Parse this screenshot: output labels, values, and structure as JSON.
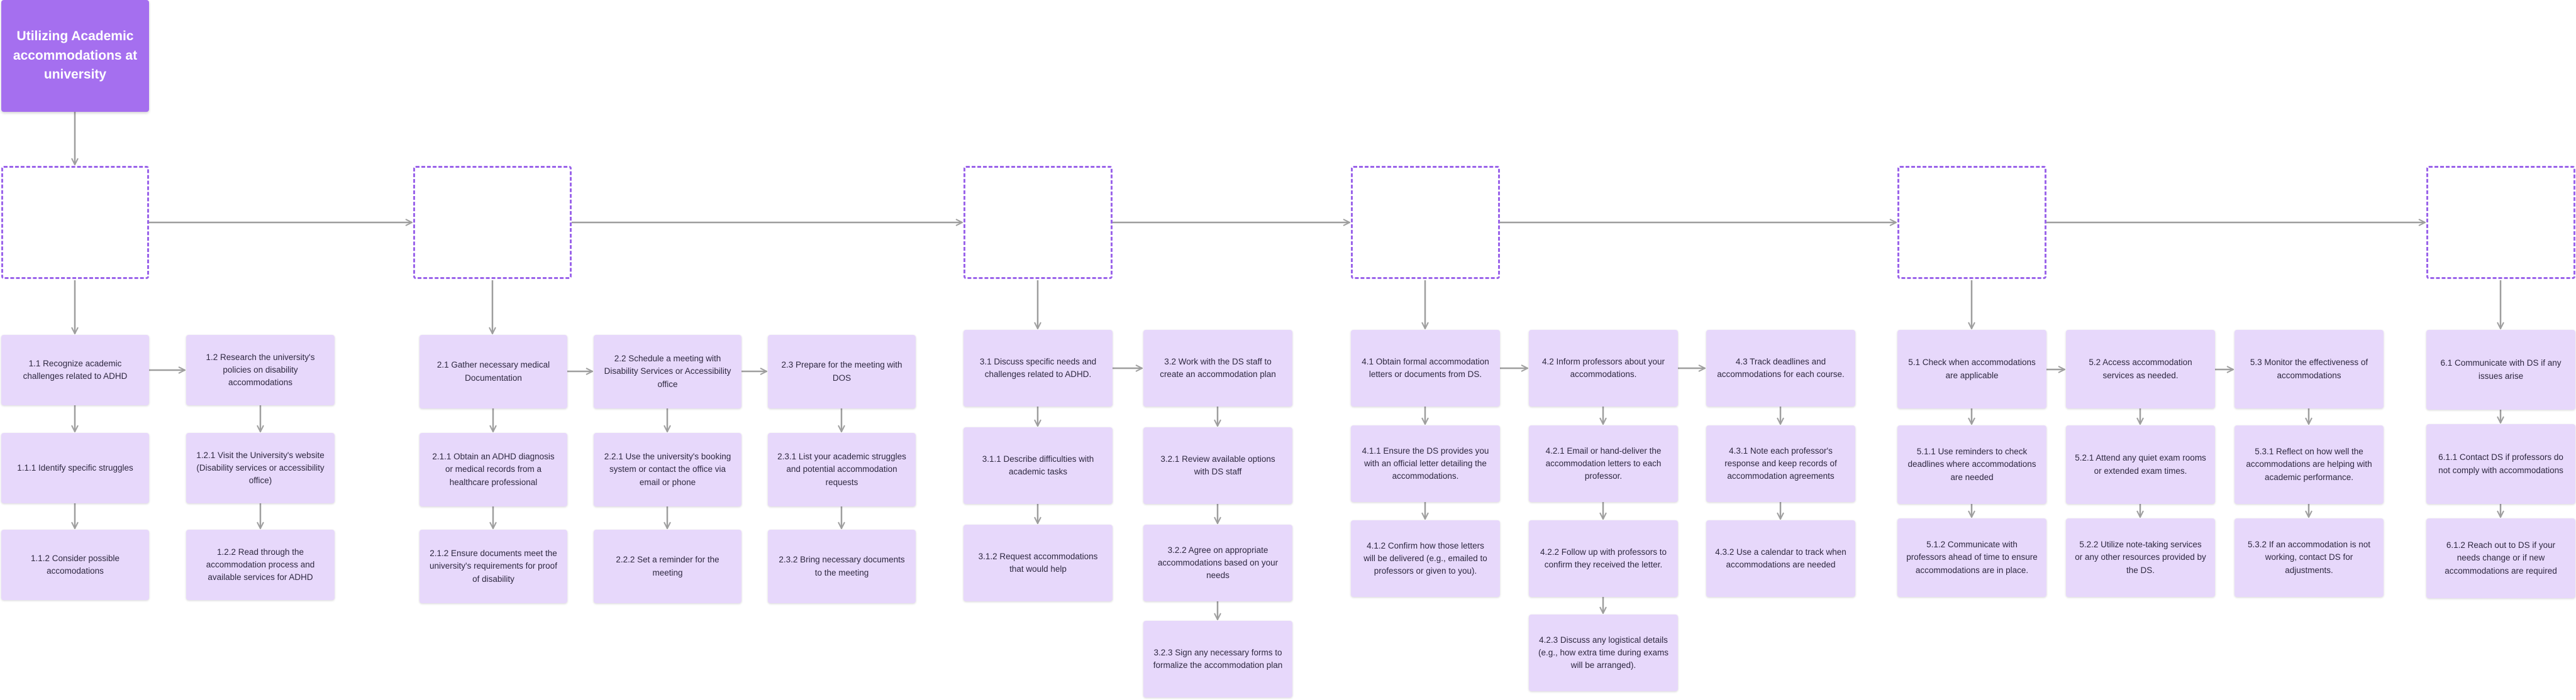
{
  "diagram": {
    "root": "Utilizing Academic accommodations at university",
    "phases": [
      "",
      "",
      "",
      "",
      "",
      ""
    ],
    "tasks": {
      "t1_1": "1.1 Recognize academic challenges related to ADHD",
      "t1_1_1": "1.1.1 Identify specific struggles",
      "t1_1_2": "1.1.2 Consider possible accomodations",
      "t1_2": "1.2 Research the university's policies on disability accommodations",
      "t1_2_1": "1.2.1 Visit the University's website (Disability services or accessibility office)",
      "t1_2_2": "1.2.2 Read through the accommodation process and available services for ADHD",
      "t2_1": "2.1 Gather necessary medical Documentation",
      "t2_1_1": "2.1.1 Obtain an ADHD diagnosis or medical records from a healthcare professional",
      "t2_1_2": "2.1.2 Ensure documents meet the university's requirements for proof of disability",
      "t2_2": "2.2 Schedule a meeting with Disability Services or Accessibility office",
      "t2_2_1": "2.2.1 Use the university's booking system or contact the office via email or phone",
      "t2_2_2": "2.2.2 Set a reminder for the meeting",
      "t2_3": "2.3 Prepare for the meeting with DOS",
      "t2_3_1": "2.3.1 List your academic struggles and potential accommodation requests",
      "t2_3_2": "2.3.2 Bring necessary documents to the meeting",
      "t3_1": "3.1 Discuss specific needs and challenges related to ADHD.",
      "t3_1_1": "3.1.1 Describe difficulties with academic tasks",
      "t3_1_2": "3.1.2 Request accommodations that would help",
      "t3_2": "3.2 Work with the DS staff to create an accommodation plan",
      "t3_2_1": "3.2.1 Review available options with DS staff",
      "t3_2_2": "3.2.2 Agree on appropriate accommodations based on your needs",
      "t3_2_3": "3.2.3 Sign any necessary forms to formalize the accommodation plan",
      "t4_1": "4.1 Obtain formal accommodation letters or documents from DS.",
      "t4_1_1": "4.1.1 Ensure the DS provides you with an official letter detailing the accommodations.",
      "t4_1_2": "4.1.2 Confirm how those letters will be delivered (e.g., emailed to professors or given to you).",
      "t4_2": "4.2 Inform professors about your accommodations.",
      "t4_2_1": "4.2.1 Email or hand-deliver the accommodation letters to each professor.",
      "t4_2_2": "4.2.2 Follow up with professors to confirm they received the letter.",
      "t4_2_3": "4.2.3 Discuss any logistical details (e.g., how extra time during exams will be arranged).",
      "t4_3": "4.3 Track deadlines and accommodations for each course.",
      "t4_3_1": "4.3.1 Note each professor's response and keep records of accommodation agreements",
      "t4_3_2": "4.3.2 Use a calendar to track when accommodations are needed",
      "t5_1": "5.1 Check when accommodations are applicable",
      "t5_1_1": "5.1.1 Use reminders to check deadlines where accommodations are needed",
      "t5_1_2": "5.1.2 Communicate with professors ahead of time to ensure accommodations are in place.",
      "t5_2": "5.2 Access accommodation services as needed.",
      "t5_2_1": "5.2.1 Attend any quiet exam rooms or extended exam times.",
      "t5_2_2": "5.2.2 Utilize note-taking services or any other resources provided by the DS.",
      "t5_3": "5.3 Monitor the effectiveness of accommodations",
      "t5_3_1": "5.3.1 Reflect on how well the accommodations are helping with academic performance.",
      "t5_3_2": "5.3.2 If an accommodation is not working, contact DS for adjustments.",
      "t6_1": "6.1 Communicate with DS if any issues arise",
      "t6_1_1": "6.1.1 Contact DS if professors do not comply with accommodations",
      "t6_1_2": "6.1.2 Reach out to DS if your needs change or if new accommodations are required"
    }
  },
  "colors": {
    "root_fill": "#a56fef",
    "phase_border": "#9a63ea",
    "task_fill": "#e7d8fb",
    "connector": "#9e9e9e"
  }
}
